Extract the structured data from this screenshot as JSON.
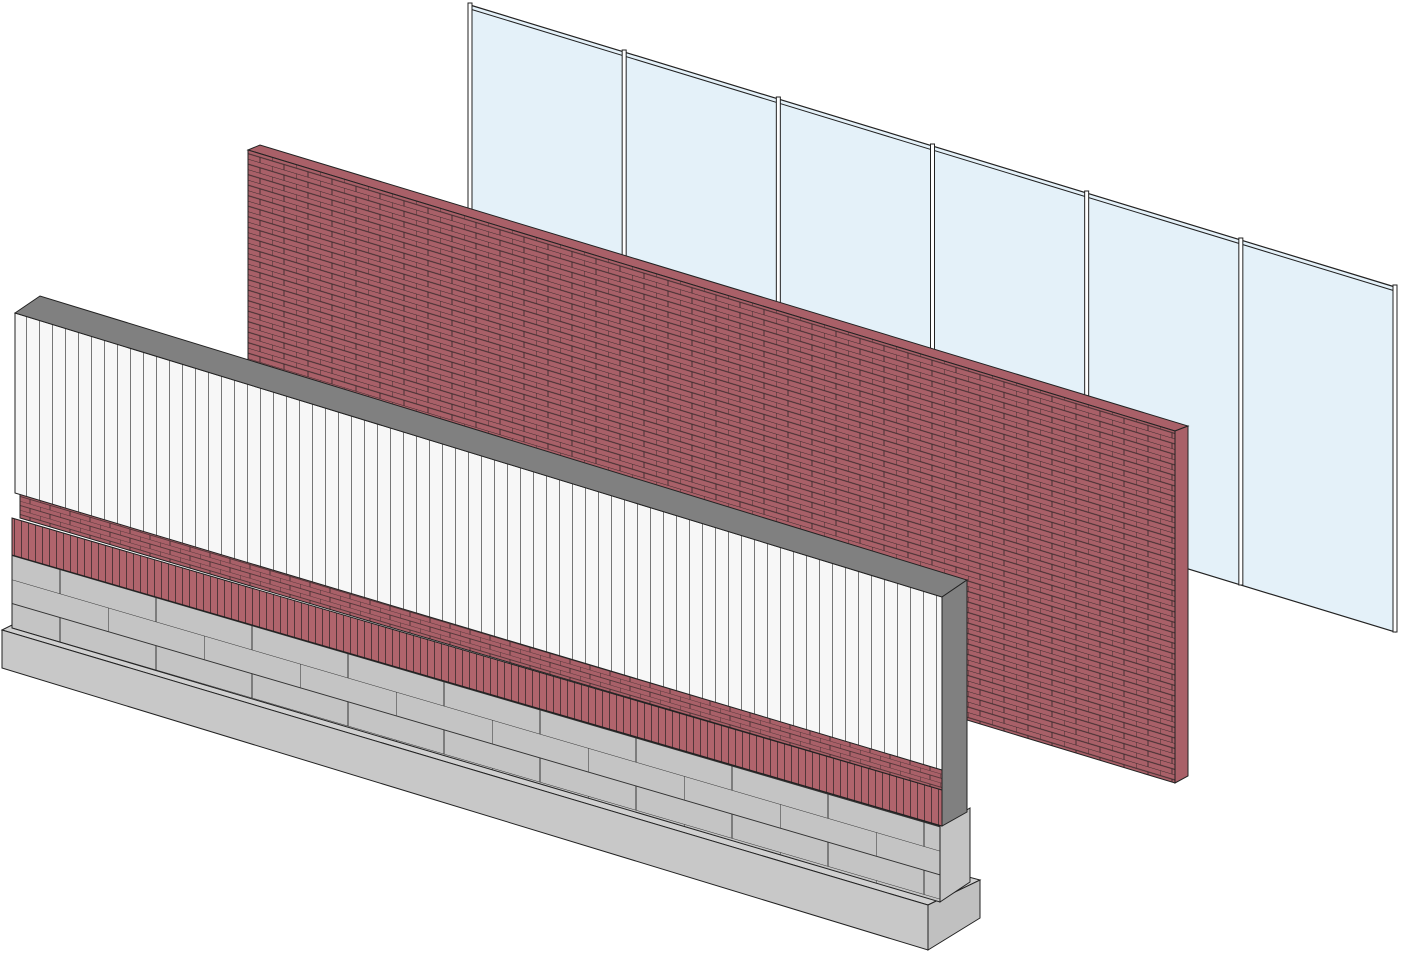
{
  "scene": {
    "colors": {
      "glass": "#e4f1f9",
      "mullion": "#ffffff",
      "brick": "#a96068",
      "brick_line": "#3a2a2c",
      "panel": "#f7f7f7",
      "cap": "#808080",
      "cmu": "#c4c4c4",
      "footing": "#c8c8c8"
    },
    "curtain_wall_panels": 6,
    "walls": [
      "curtain-wall",
      "brick-wall",
      "composite-wall"
    ]
  }
}
